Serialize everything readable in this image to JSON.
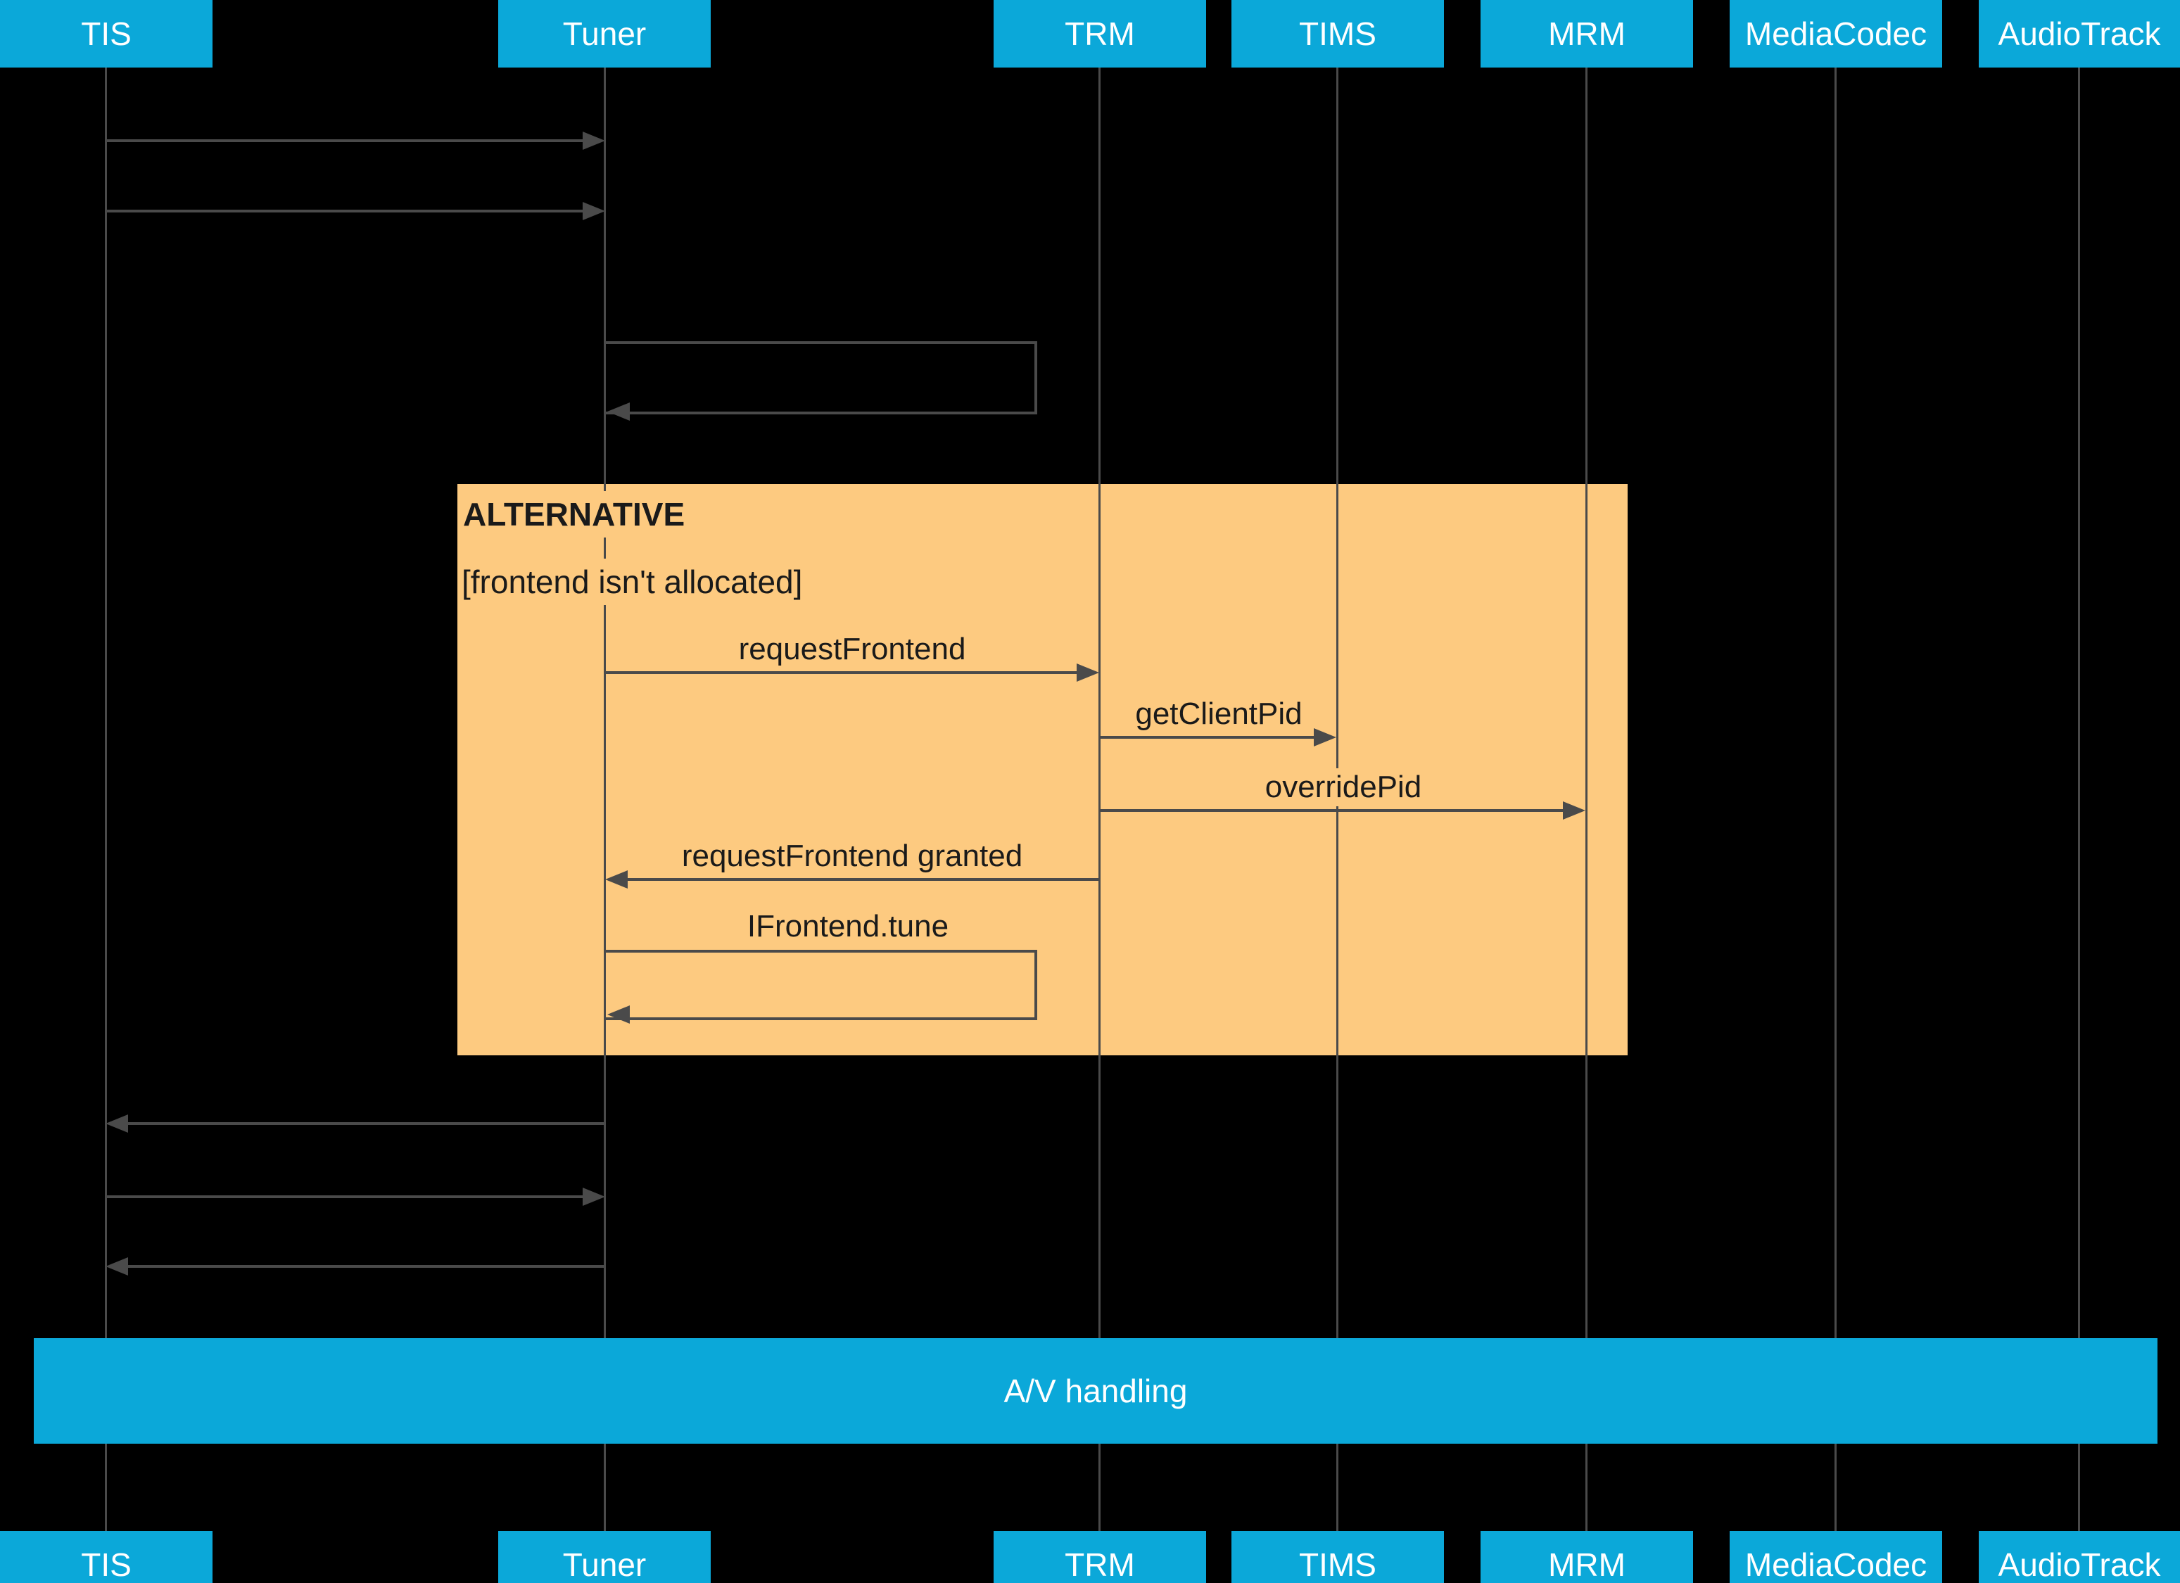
{
  "participants": [
    "TIS",
    "Tuner",
    "TRM",
    "TIMS",
    "MRM",
    "MediaCodec",
    "AudioTrack"
  ],
  "alt_block": {
    "title": "ALTERNATIVE",
    "guard": "[frontend isn't allocated]"
  },
  "messages": {
    "request_frontend": "requestFrontend",
    "get_client_pid": "getClientPid",
    "override_pid": "overridePid",
    "request_frontend_granted": "requestFrontend granted",
    "ifrontend_tune": "IFrontend.tune"
  },
  "av_bar": {
    "label": "A/V handling"
  },
  "colors": {
    "cyan": "#0ba8d9",
    "orange": "#fdca80",
    "line": "#4a4a4a",
    "label": "#1a1a1a"
  }
}
